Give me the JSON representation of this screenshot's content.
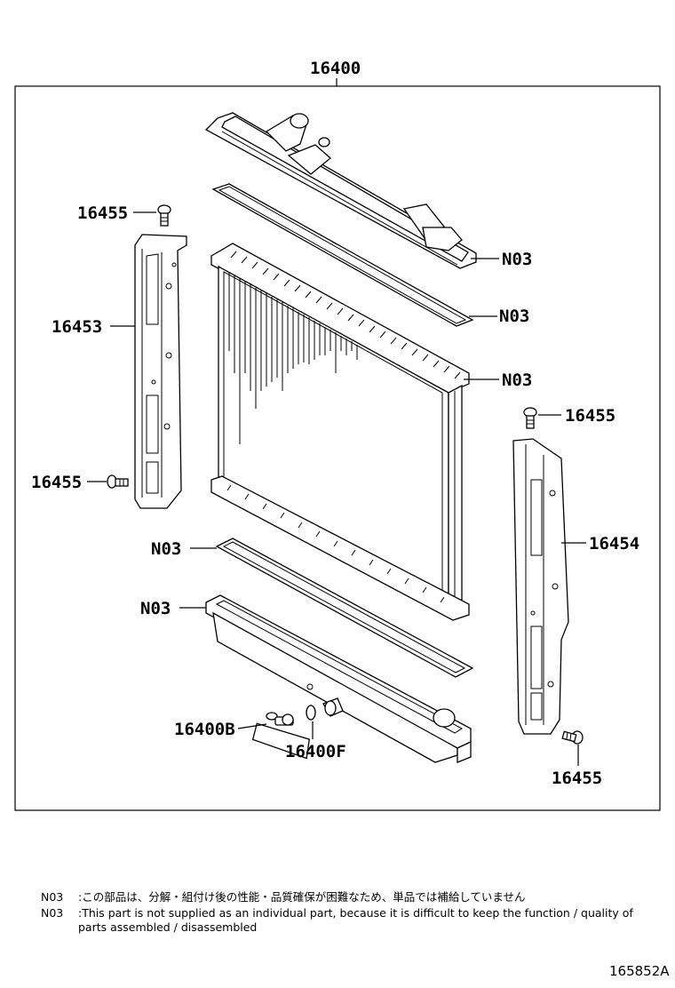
{
  "diagram": {
    "labels": {
      "assembly": "16400",
      "bolt_top_left": "16455",
      "bracket_left": "16453",
      "bolt_left": "16455",
      "tank_note": "N03",
      "gasket_top_note": "N03",
      "core_note": "N03",
      "bolt_right_top": "16455",
      "bracket_right": "16454",
      "gasket_bottom_note": "N03",
      "lower_tank_note": "N03",
      "drain_cock": "16400B",
      "oring": "16400F",
      "bolt_right_bottom": "16455"
    }
  },
  "notes": [
    {
      "code": "N03",
      "text": ":この部品は、分解・組付け後の性能・品質確保が困難なため、単品では補給していません"
    },
    {
      "code": "N03",
      "text": ":This part is not supplied as an individual part, because it is difficult to keep the function / quality of parts assembled / disassembled"
    }
  ],
  "figure_id": "165852A"
}
